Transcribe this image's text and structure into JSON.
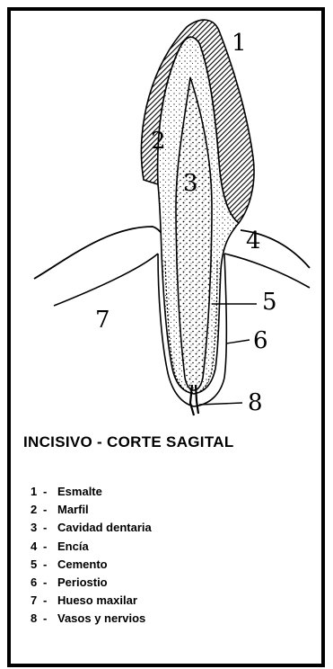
{
  "diagram": {
    "numbers": [
      "1",
      "2",
      "3",
      "4",
      "5",
      "6",
      "7",
      "8"
    ]
  },
  "title": "INCISIVO - CORTE SAGITAL",
  "legend": [
    {
      "num": "1",
      "sep": "-",
      "label": "Esmalte"
    },
    {
      "num": "2",
      "sep": "-",
      "label": "Marfil"
    },
    {
      "num": "3",
      "sep": "-",
      "label": "Cavidad dentaria"
    },
    {
      "num": "4",
      "sep": "-",
      "label": "Encía"
    },
    {
      "num": "5",
      "sep": "-",
      "label": "Cemento"
    },
    {
      "num": "6",
      "sep": "-",
      "label": "Periostio"
    },
    {
      "num": "7",
      "sep": "-",
      "label": "Hueso maxilar"
    },
    {
      "num": "8",
      "sep": "-",
      "label": "Vasos y nervios"
    }
  ]
}
